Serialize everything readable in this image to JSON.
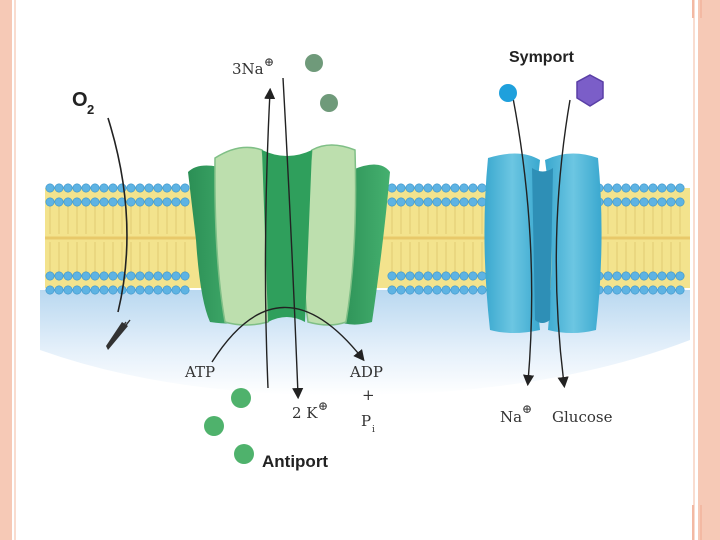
{
  "labels": {
    "oxygen": "O",
    "oxygen_sub": "2",
    "sodium_out": "3Na",
    "plus": "⊕",
    "atp": "ATP",
    "adp": "ADP",
    "adp_plus": "+",
    "pi": "P",
    "pi_sub": "i",
    "potassium_in": "2 K",
    "antiport": "Antiport",
    "symport": "Symport",
    "na_in": "Na",
    "glucose": "Glucose"
  },
  "colors": {
    "membrane_yellow": "#f3e38d",
    "lipid_head_blue": "#5eb3e3",
    "cytoplasm_blue": "#cfe3f2",
    "antiport_dark": "#2e9c5d",
    "antiport_mid": "#4bb374",
    "antiport_light": "#b8dcaa",
    "symport_blue": "#4cb6d8",
    "sodium_gray": "#6f9a7a",
    "potassium_green": "#4fb26c",
    "na_blue": "#1fa0dc",
    "glucose_purple": "#7b5ec8",
    "slide_accent": "#f6c9b6"
  },
  "icons": [
    "sodium-ion-icon",
    "potassium-ion-icon",
    "glucose-hexagon-icon",
    "oxygen-arrow-icon"
  ]
}
